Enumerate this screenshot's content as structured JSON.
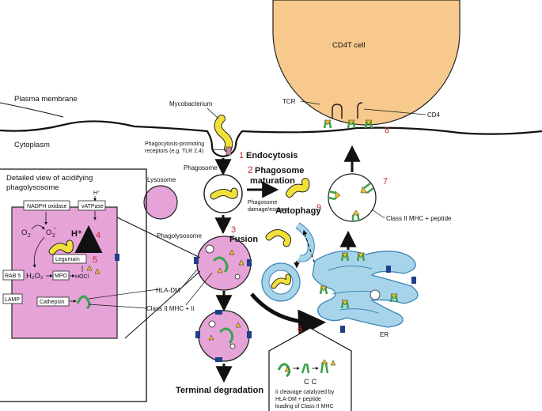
{
  "colors": {
    "cd4_cell": "#f7c98d",
    "lysosome": "#e6a3d8",
    "vacuole_outline": "#222222",
    "er": "#a8d4ea",
    "er_outline": "#3b86b8",
    "bacterium": "#f2e03a",
    "mhc": "#3aa24a",
    "antigen": "#e2c22a",
    "receptor_blue": "#1e3f8a",
    "step_number": "#c0282d"
  },
  "labels": {
    "cd4_cell": "CD4T cell",
    "plasma_membrane": "Plasma membrane",
    "cytoplasm": "Cytoplasm",
    "mycobacterium": "Mycobacterium",
    "tcr": "TCR",
    "cd4": "CD4",
    "receptors": [
      "Phagocytosis-promoting",
      "receptors (e.g. TLR 2,4)"
    ],
    "phagosome": "Phagosome",
    "lysosome": "Lysosome",
    "phagolysosome": "Phagolysosome",
    "detailed_view": [
      "Detailed view of acidifying",
      "phagolysosome"
    ],
    "nadph_oxidase": "NADPH oxidase",
    "vatpase": "vATPase",
    "h_small": "H⁺",
    "o2": "O",
    "o2_minus": "O",
    "h_plus": "H⁺",
    "legumain": "Legumain",
    "rab5": "RAB 5",
    "h2o2": "H₂O₂",
    "mpo": "MPO",
    "hocl": "HOCl",
    "lamp": "LAMP",
    "cathepsin": "Cathepsin",
    "hla_dm": "HLA-DM",
    "class2_ii": "Class II MHC + Ii",
    "phagosome_damage": [
      "Phagosome",
      "damage/escape"
    ],
    "class2_peptide": "Class II MHC + peptide",
    "er": "ER",
    "ii_cleavage": [
      "Ii cleavage catalyzed by",
      "HLA-DM + peptide",
      "loading of Class II MHC"
    ],
    "cc_symbol": "C C"
  },
  "steps": [
    {
      "number": "1",
      "label": "Endocytosis"
    },
    {
      "number": "2",
      "label": "Phagosome"
    },
    {
      "number": "",
      "label": "maturation"
    },
    {
      "number": "3",
      "label": "Fusion"
    },
    {
      "number": "4",
      "label": ""
    },
    {
      "number": "5",
      "label": ""
    },
    {
      "number": "6",
      "label": ""
    },
    {
      "number": "7",
      "label": ""
    },
    {
      "number": "8",
      "label": ""
    },
    {
      "number": "9",
      "label": "Autophagy"
    },
    {
      "number": "",
      "label": "Terminal degradation"
    }
  ]
}
